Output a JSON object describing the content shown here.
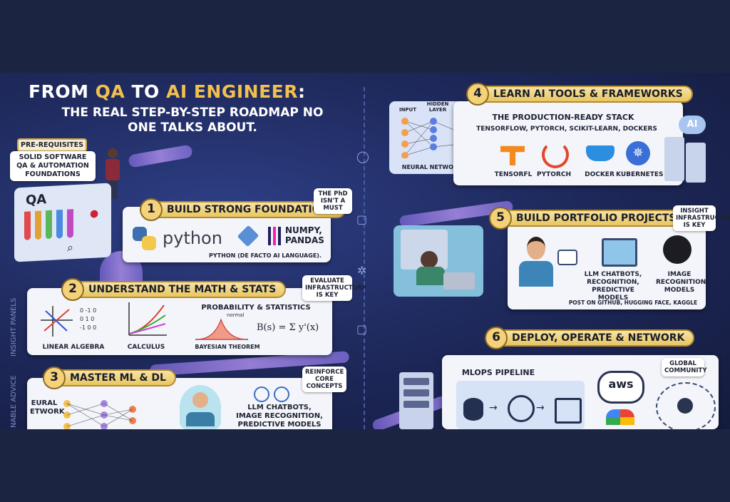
{
  "title": {
    "part1": "FROM ",
    "qa": "QA",
    "part2": " TO ",
    "ai": "AI ENGINEER",
    "part3": ":",
    "subtitle": "THE REAL STEP-BY-STEP ROADMAP NO ONE TALKS ABOUT."
  },
  "prereq": {
    "tag": "PRE-REQUISITES",
    "text": "SOLID SOFTWARE QA & AUTOMATION FOUNDATIONS",
    "qa_label": "QA"
  },
  "side": {
    "insight": "INSIGHT PANELS",
    "advice": "NABLE ADVICE"
  },
  "step1": {
    "num": "1",
    "title": "BUILD STRONG FOUNDATIONS",
    "note": "THE PhD ISN'T A MUST",
    "python": "python",
    "numpy": "NUMPY, PANDAS",
    "caption": "PYTHON (DE FACTO AI LANGUAGE)."
  },
  "step2": {
    "num": "2",
    "title": "UNDERSTAND THE MATH & STATS",
    "note": "EVALUATE INFRASTRUCTURE IS KEY",
    "prob": "PROBABILITY & STATISTICS",
    "lin": "LINEAR ALGEBRA",
    "calc": "CALCULUS",
    "bayes": "BAYESIAN THEOREM",
    "normal": "normal",
    "formula": "B(s) = Σ y'(x)"
  },
  "step3": {
    "num": "3",
    "title": "MASTER ML & DL",
    "note": "REINFORCE CORE CONCEPTS",
    "nn": "EURAL ETWORK",
    "items": "LLM CHATBOTS, IMAGE RECOGNITION, PREDICTIVE MODELS"
  },
  "step4": {
    "num": "4",
    "title": "LEARN AI TOOLS & FRAMEWORKS",
    "stack": "THE PRODUCTION-READY STACK",
    "list": "TENSORFLOW, PYTORCH, SCIKIT-LEARN, DOCKERS",
    "nn_input": "INPUT",
    "nn_hidden": "HIDDEN LAYER",
    "nn_label": "NEURAL NETWORK",
    "tools": [
      "TENSORFL",
      "PYTORCH",
      "DOCKER",
      "KUBERNETES"
    ],
    "ai": "AI"
  },
  "step5": {
    "num": "5",
    "title": "BUILD PORTFOLIO PROJECTS",
    "note": "INSIGHT INFRASTRUCTURE IS KEY",
    "llm": "LLM CHATBOTS, RECOGNITION, PREDICTIVE MODELS",
    "img": "IMAGE RECOGNITION MODELS",
    "caption": "POST ON GITHUB, HUGGING FACE, KAGGLE"
  },
  "step6": {
    "num": "6",
    "title": "DEPLOY, OPERATE & NETWORK",
    "mlops": "MLOPS PIPELINE",
    "aws": "aws",
    "community": "GLOBAL COMMUNITY"
  }
}
